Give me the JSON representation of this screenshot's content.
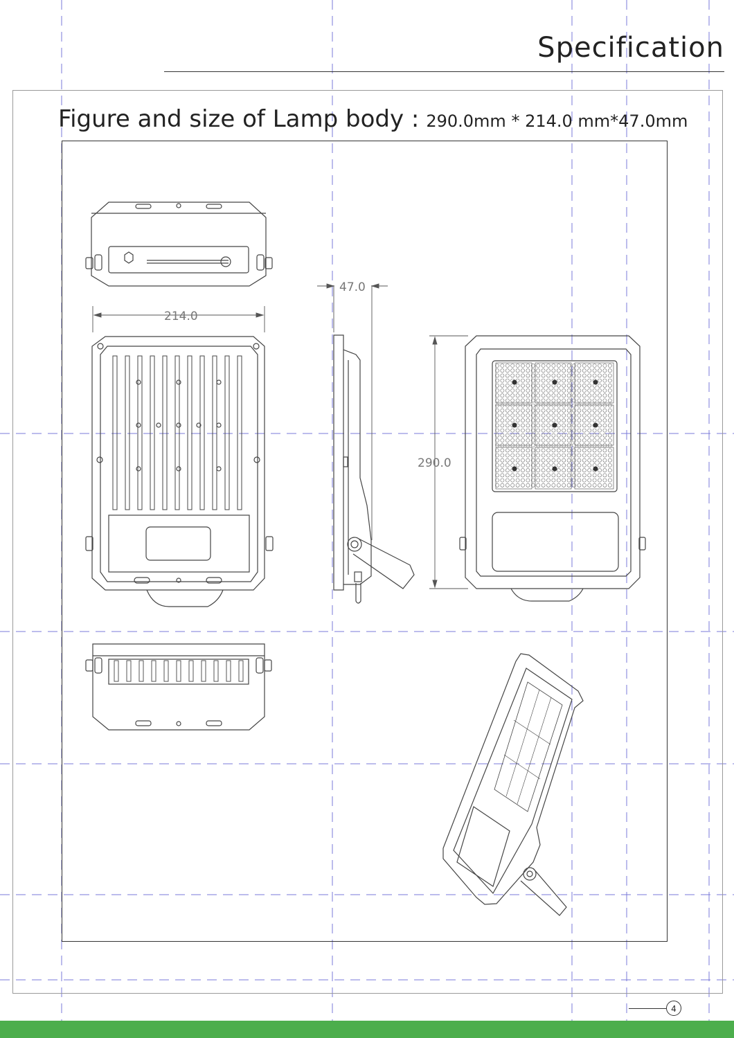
{
  "header": {
    "title": "Specification"
  },
  "figure": {
    "heading": "Figure and size of Lamp body :",
    "dimensions": "290.0mm * 214.0 mm*47.0mm"
  },
  "dimension_labels": {
    "width": "214.0",
    "depth": "47.0",
    "height": "290.0"
  },
  "footer": {
    "page_number": "4",
    "bar_color": "#4cae4c"
  }
}
